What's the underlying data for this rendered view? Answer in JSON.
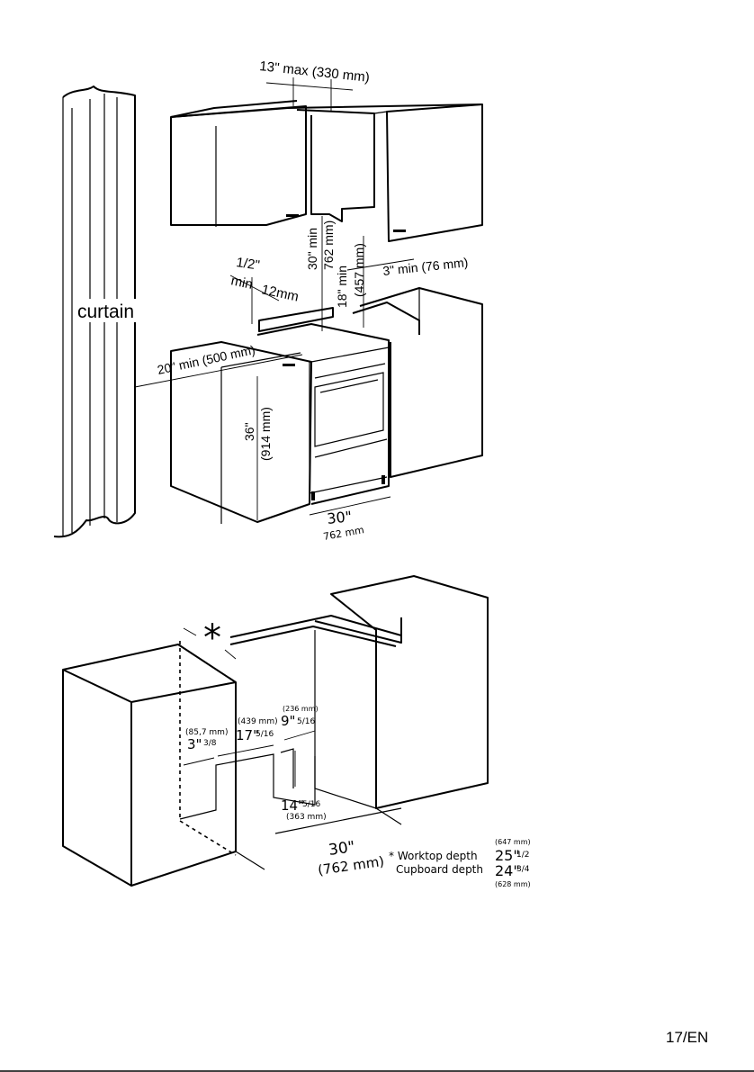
{
  "top_diagram": {
    "dim_top": "13\" max (330 mm)",
    "dim_30_min": "30\" min",
    "dim_762": "762 mm)",
    "dim_18_min": "18\" min",
    "dim_457": "(457 mm)",
    "dim_3_min": "3\" min (76 mm)",
    "dim_half": "1/2\"",
    "dim_min": "min",
    "dim_12mm": "12mm",
    "label_curtain": "curtain",
    "dim_20_min": "20\" min (500 mm)",
    "dim_36": "36\"",
    "dim_914": "(914 mm)",
    "dim_30": "30\"",
    "dim_762mm": "762 mm"
  },
  "bottom_diagram": {
    "asterisk": "*",
    "dim_236mm": "(236 mm)",
    "dim_9": "9\"",
    "dim_9_frac": "5/16",
    "dim_439mm": "(439 mm)",
    "dim_17": "17\"",
    "dim_17_frac": "5/16",
    "dim_85mm": "(85,7 mm)",
    "dim_3": "3\"",
    "dim_3_frac": "3/8",
    "dim_14": "14\"",
    "dim_14_frac": "5/16",
    "dim_363mm": "(363 mm)",
    "dim_30": "30\"",
    "dim_762mm": "(762 mm)",
    "legend": {
      "worktop_mm": "(647 mm)",
      "worktop_label": "* Worktop depth",
      "worktop_value": "25\"",
      "worktop_frac": "1/2",
      "cupboard_label": "Cupboard depth",
      "cupboard_value": "24\"",
      "cupboard_frac": "3/4",
      "cupboard_mm": "(628 mm)"
    }
  },
  "footer": {
    "page_number": "17/EN"
  }
}
